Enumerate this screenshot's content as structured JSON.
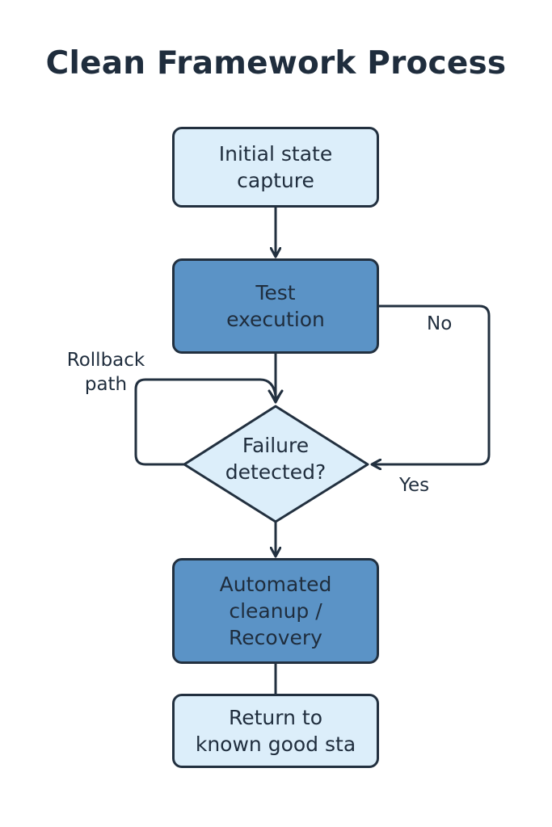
{
  "title": "Clean Framework Process",
  "nodes": {
    "initial_state": "Initial state\ncapture",
    "test_execution": "Test\nexecution",
    "failure_detected": "Failure\ndetected?",
    "cleanup": "Automated\ncleanup /\nRecovery",
    "return_state": "Return to\nknown good sta"
  },
  "edge_labels": {
    "no": "No",
    "yes": "Yes",
    "rollback": "Rollback\npath"
  },
  "colors": {
    "light_fill": "#dceefa",
    "dark_fill": "#5b93c6",
    "stroke": "#22303f",
    "text": "#1f2d3d"
  }
}
